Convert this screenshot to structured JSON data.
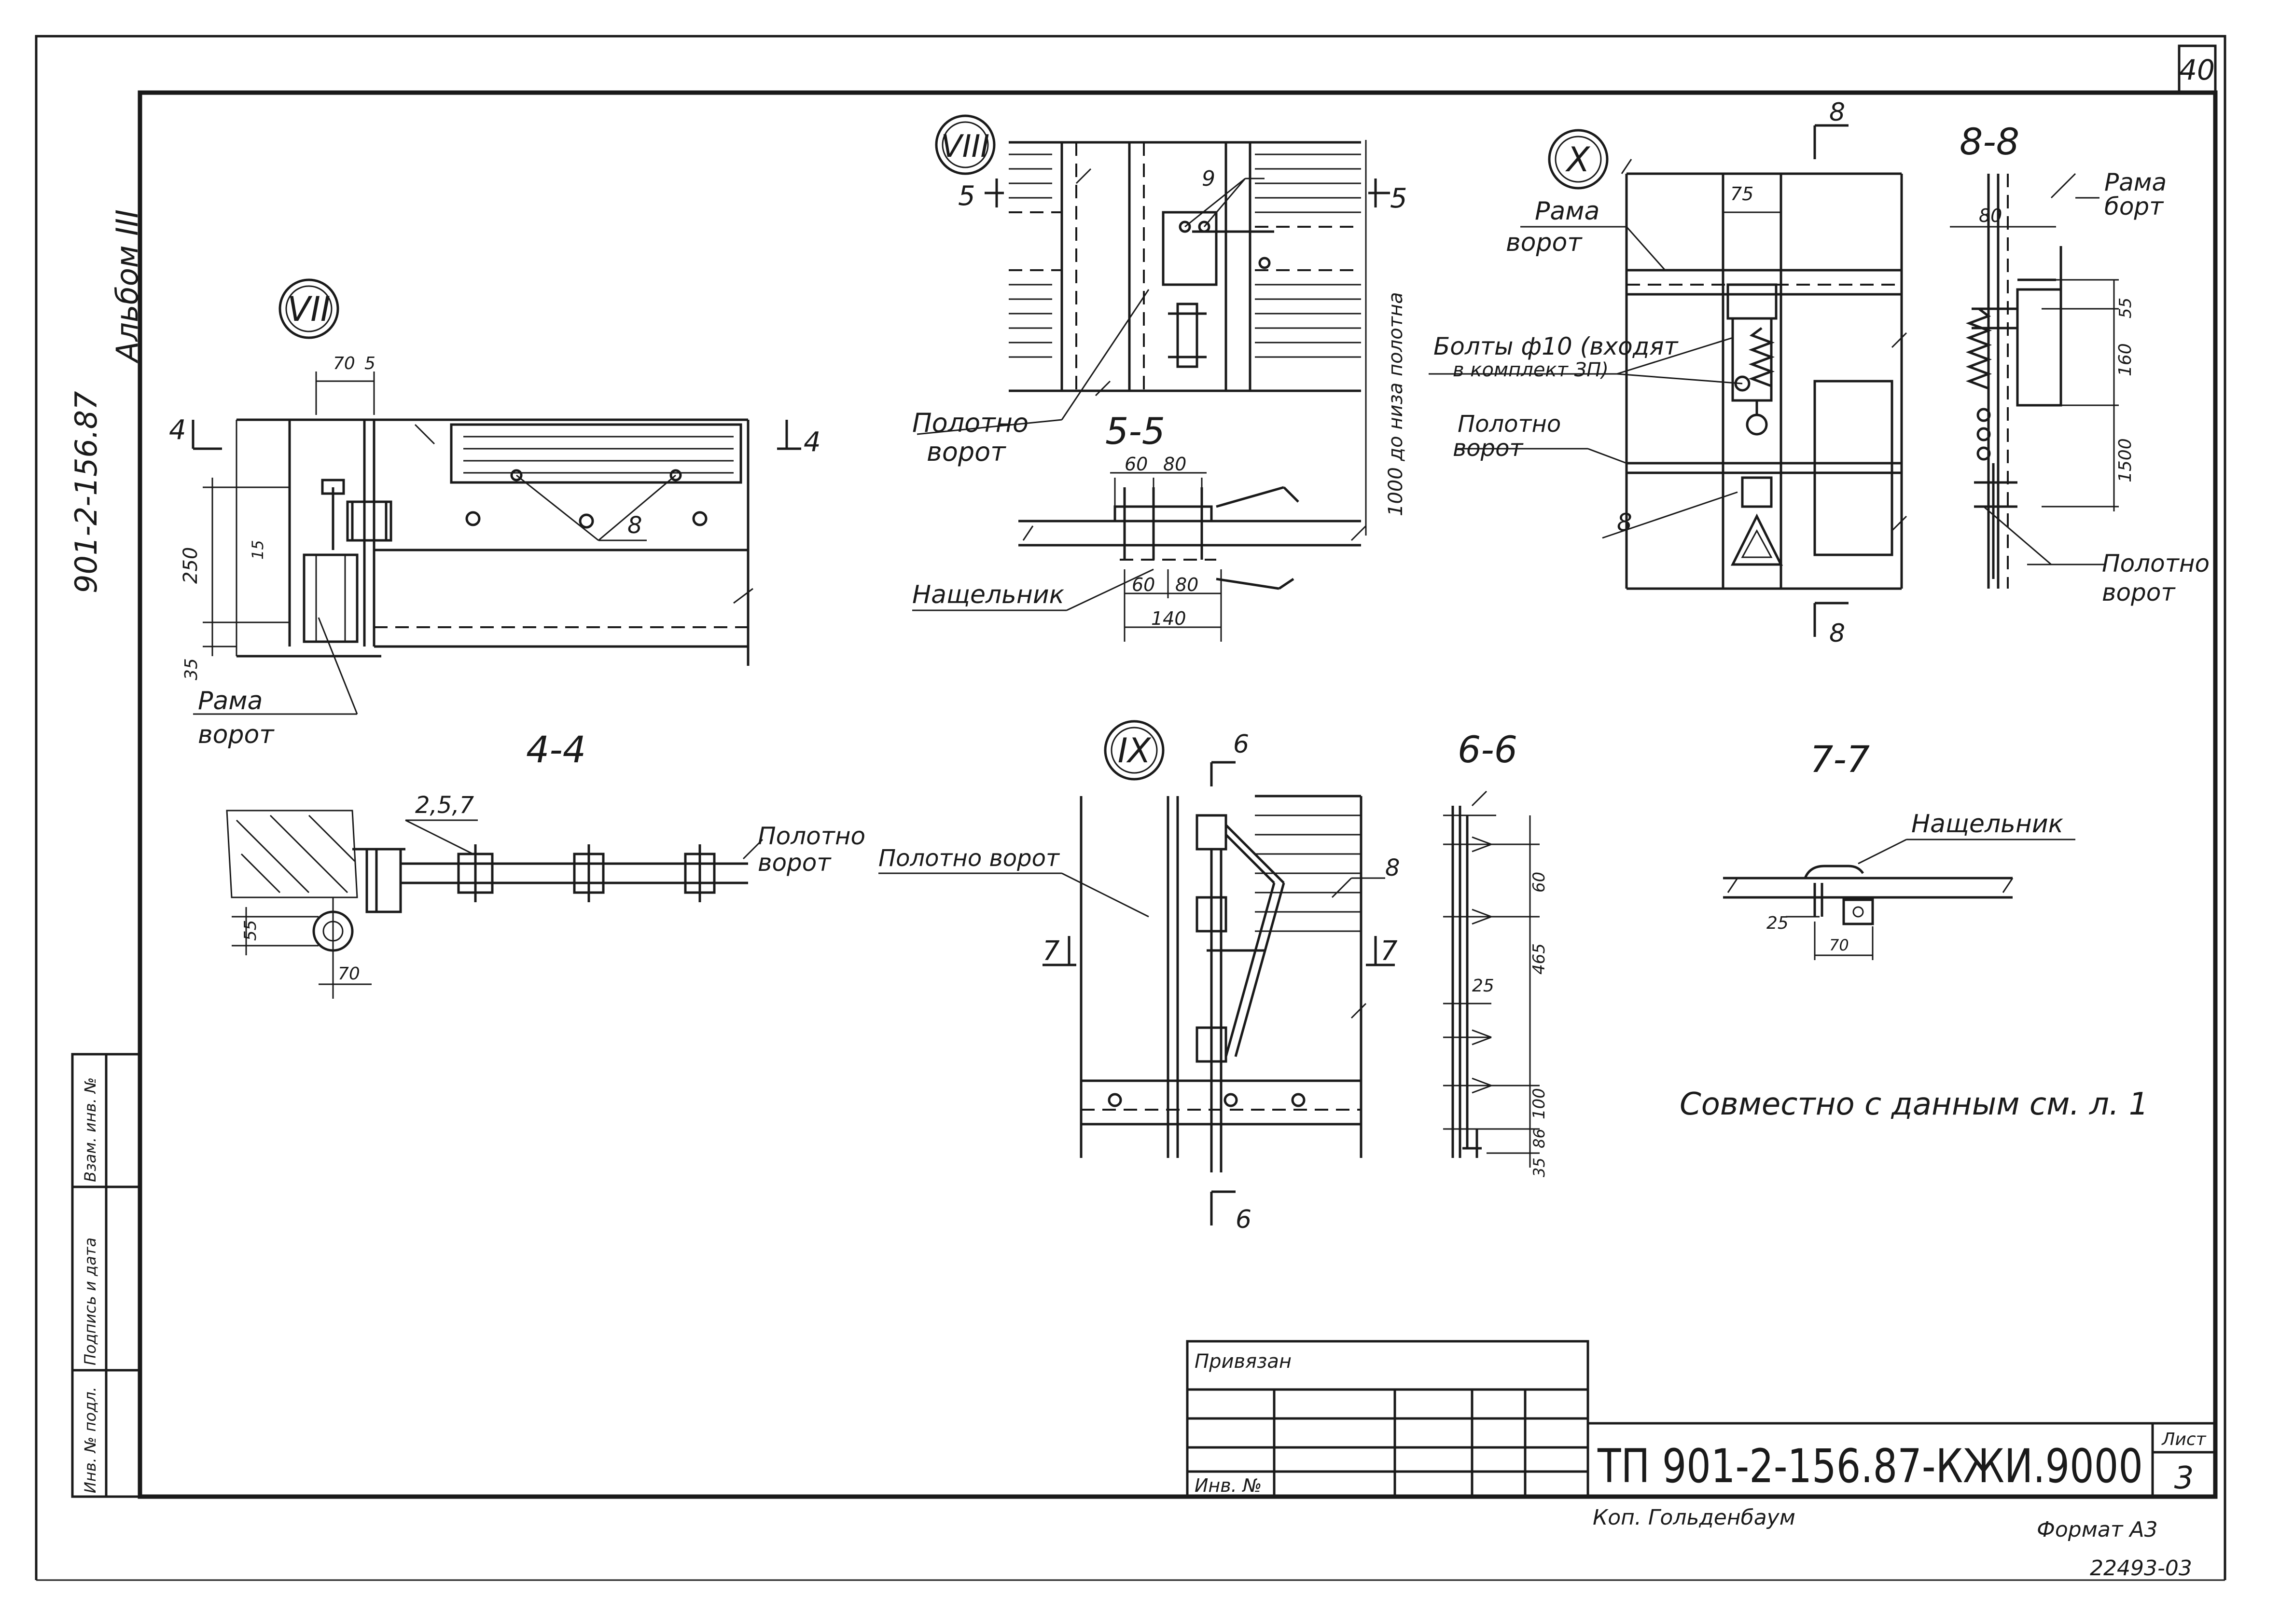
{
  "sheet": {
    "corner_number": "40",
    "album": "Альбом III",
    "project_side": "901-2-156.87",
    "bottom_note": "Совместно с данным см. л. 1",
    "copy_note": "Коп. Гольденбаум",
    "format": "Формат А3",
    "archive_number": "22493-03"
  },
  "side_stamp": {
    "col1": "Инв. № подл.",
    "col2": "Подпись и дата",
    "col3": "Взам. инв. №"
  },
  "title_block": {
    "privyazan": "Привязан",
    "inv_no": "Инв. №",
    "code": "ТП 901-2-156.87-КЖИ.9000",
    "list_label": "Лист",
    "list_no": "3"
  },
  "nodes": {
    "vii": "VII",
    "viii": "VIII",
    "ix": "IX",
    "x": "X"
  },
  "node_vii": {
    "cut_mark": "4",
    "dims": [
      "70",
      "5",
      "250",
      "15",
      "35"
    ],
    "pos_8": "8",
    "label_rama": "Рама",
    "label_rama2": "ворот"
  },
  "section_4_4": {
    "title": "4-4",
    "pos": "2,5,7",
    "label_polotno": "Полотно",
    "label_polotno2": "ворот",
    "dims": [
      "55",
      "70"
    ]
  },
  "node_viii": {
    "cut_mark": "5",
    "pos_9": "9",
    "label_polotno": "Полотно",
    "label_polotno2": "ворот",
    "vertical_note": "1000 до низа полотна"
  },
  "section_5_5": {
    "title": "5-5",
    "dims_top": [
      "60",
      "80"
    ],
    "dims_bottom": [
      "60",
      "80",
      "140"
    ],
    "label_nashch": "Нащельник"
  },
  "node_x": {
    "cut_mark": "8",
    "dim_75": "75",
    "label_rama": "Рама",
    "label_rama2": "ворот",
    "label_bolts": "Болты ф10 (входят",
    "label_bolts2": "в комплект ЗП)",
    "label_polotno": "Полотно",
    "label_polotno2": "ворот",
    "pos_8": "8"
  },
  "section_8_8": {
    "title": "8-8",
    "dim_80": "80",
    "dims_v": [
      "55",
      "160",
      "1500"
    ],
    "label_rama": "Рама",
    "label_rama2": "борт",
    "label_polotno": "Полотно",
    "label_polotno2": "ворот"
  },
  "node_ix": {
    "cut_mark": "6",
    "cut_mark_7": "7",
    "pos_8": "8",
    "label_polotno": "Полотно ворот"
  },
  "section_6_6": {
    "title": "6-6",
    "dims": [
      "60",
      "465",
      "25",
      "100",
      "86",
      "35"
    ]
  },
  "section_7_7": {
    "title": "7-7",
    "label_nashch": "Нащельник",
    "dims": [
      "25",
      "70"
    ]
  }
}
